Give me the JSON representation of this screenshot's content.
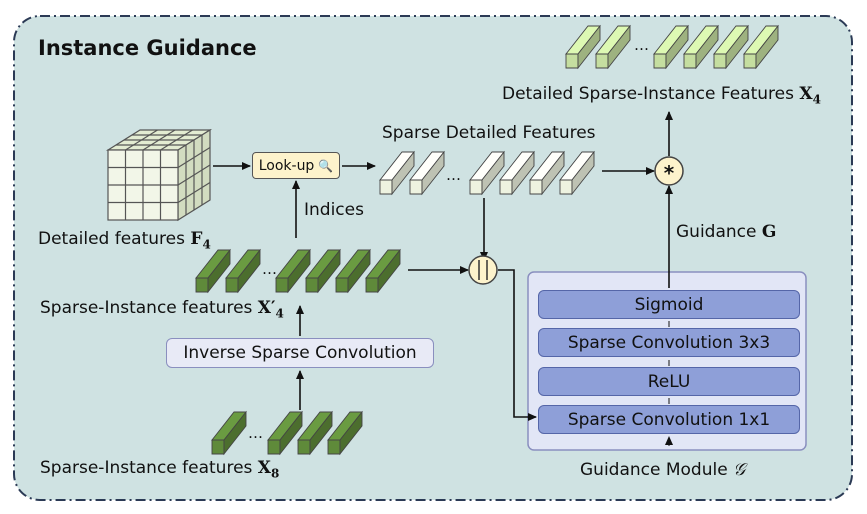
{
  "title": "Instance Guidance",
  "labels": {
    "detailed_features": "Detailed features",
    "detailed_features_symbol": "F",
    "detailed_features_sub": "4",
    "lookup": "Look-up",
    "indices": "Indices",
    "sparse_detailed": "Sparse Detailed Features",
    "detailed_sparse_instance": "Detailed Sparse-Instance Features",
    "detailed_sparse_instance_symbol": "X",
    "detailed_sparse_instance_sub": "4",
    "sparse_instance_x4": "Sparse-Instance features",
    "sparse_instance_x4_symbol": "X′",
    "sparse_instance_x4_sub": "4",
    "inverse_conv": "Inverse Sparse Convolution",
    "sparse_instance_x8": "Sparse-Instance features",
    "sparse_instance_x8_symbol": "X",
    "sparse_instance_x8_sub": "8",
    "guidance": "Guidance",
    "guidance_symbol": "G",
    "guidance_module": "Guidance Module",
    "guidance_module_symbol": "𝒢",
    "ellipsis": "…",
    "multiply": "*"
  },
  "guidance_module_layers": [
    "Sigmoid",
    "Sparse Convolution 3x3",
    "ReLU",
    "Sparse Convolution 1x1"
  ],
  "colors": {
    "panel_fill": "#cfe2e2",
    "panel_border": "#2b3a55",
    "dark_green": "#5f8a3a",
    "light_green": "#c5dea0",
    "pale_green": "#eef3e0",
    "module_fill": "#e2e6f6",
    "block_fill": "#8e9fd8"
  }
}
